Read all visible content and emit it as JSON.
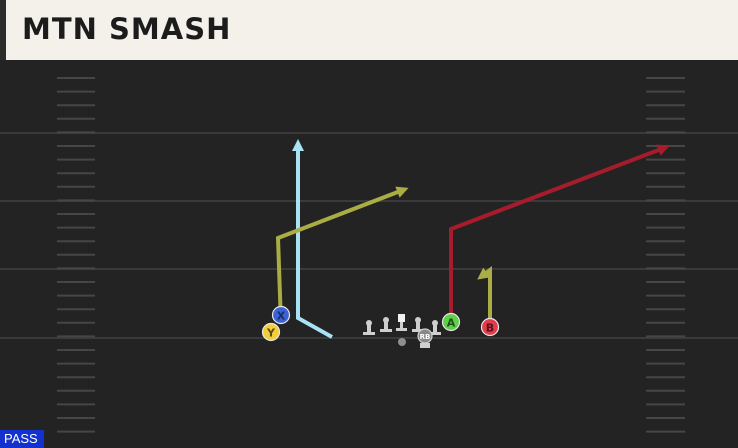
{
  "play": {
    "title": "MTN SMASH",
    "mode_label": "PASS"
  },
  "players": {
    "x": {
      "label": "X",
      "color": "#3a63d6"
    },
    "y": {
      "label": "Y",
      "color": "#f2cf3a"
    },
    "a": {
      "label": "A",
      "color": "#5fcf4a"
    },
    "b": {
      "label": "B",
      "color": "#e23c4a"
    },
    "rb": {
      "label": "RB",
      "color": "#cfcfcf"
    }
  },
  "routes": {
    "x_route_color": "#a9e2f5",
    "y_route_color": "#a9ad43",
    "a_route_color": "#a71c2d",
    "b_route_color": "#a9ad43"
  },
  "field_colors": {
    "background": "#232323",
    "yard_line": "#3a3a3a",
    "hash": "#464646"
  }
}
